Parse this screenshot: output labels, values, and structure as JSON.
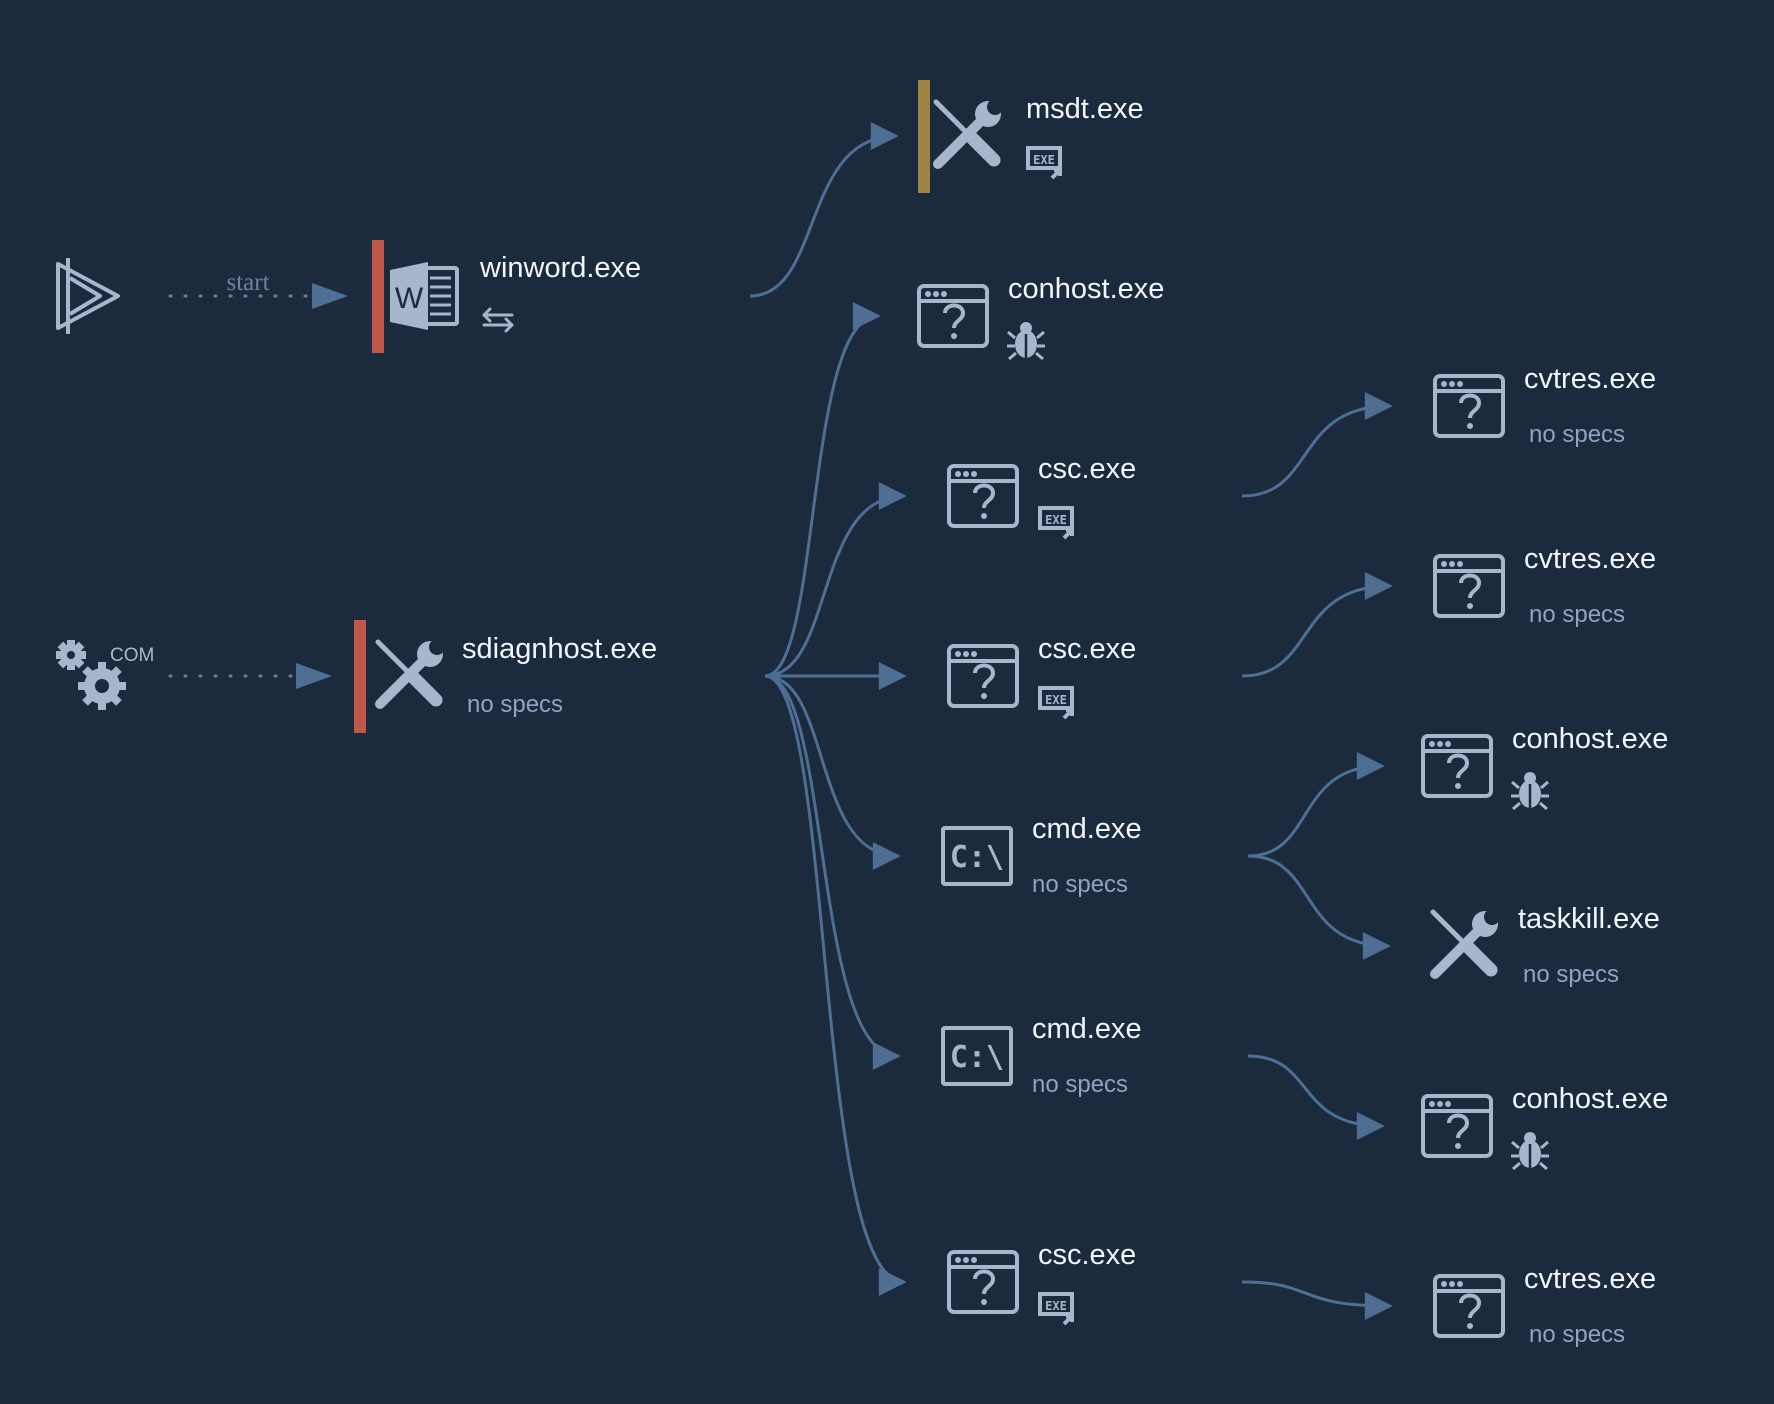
{
  "colors": {
    "background": "#1b2a3d",
    "edge": "#4e6e94",
    "icon": "#a6b6cb",
    "text": "#f2f5f9",
    "subtext": "#8ea4c0",
    "severity_high": "#c0584a",
    "severity_medium": "#9c8445"
  },
  "sources": [
    {
      "id": "start",
      "icon": "play-icon",
      "label": "start"
    },
    {
      "id": "com",
      "icon": "com-gear-icon",
      "label": "COM"
    }
  ],
  "nodes": [
    {
      "id": "winword",
      "name": "winword.exe",
      "icon": "word-document-icon",
      "marker": "severity_high",
      "spec_icon": "swap-arrows-icon",
      "spec": ""
    },
    {
      "id": "sdiagnhost",
      "name": "sdiagnhost.exe",
      "icon": "tools-icon",
      "marker": "severity_high",
      "spec_icon": "",
      "spec": "no specs"
    },
    {
      "id": "msdt",
      "name": "msdt.exe",
      "icon": "tools-icon",
      "marker": "severity_medium",
      "spec_icon": "exe-icon",
      "spec": ""
    },
    {
      "id": "conhost1",
      "name": "conhost.exe",
      "icon": "unknown-window-icon",
      "marker": "",
      "spec_icon": "bug-icon",
      "spec": ""
    },
    {
      "id": "csc1",
      "name": "csc.exe",
      "icon": "unknown-window-icon",
      "marker": "",
      "spec_icon": "exe-icon",
      "spec": ""
    },
    {
      "id": "csc2",
      "name": "csc.exe",
      "icon": "unknown-window-icon",
      "marker": "",
      "spec_icon": "exe-icon",
      "spec": ""
    },
    {
      "id": "cmd1",
      "name": "cmd.exe",
      "icon": "cmd-prompt-icon",
      "marker": "",
      "spec_icon": "",
      "spec": "no specs"
    },
    {
      "id": "cmd2",
      "name": "cmd.exe",
      "icon": "cmd-prompt-icon",
      "marker": "",
      "spec_icon": "",
      "spec": "no specs"
    },
    {
      "id": "csc3",
      "name": "csc.exe",
      "icon": "unknown-window-icon",
      "marker": "",
      "spec_icon": "exe-icon",
      "spec": ""
    },
    {
      "id": "cvtres1",
      "name": "cvtres.exe",
      "icon": "unknown-window-icon",
      "marker": "",
      "spec_icon": "",
      "spec": "no specs"
    },
    {
      "id": "cvtres2",
      "name": "cvtres.exe",
      "icon": "unknown-window-icon",
      "marker": "",
      "spec_icon": "",
      "spec": "no specs"
    },
    {
      "id": "conhost2",
      "name": "conhost.exe",
      "icon": "unknown-window-icon",
      "marker": "",
      "spec_icon": "bug-icon",
      "spec": ""
    },
    {
      "id": "taskkill",
      "name": "taskkill.exe",
      "icon": "tools-icon",
      "marker": "",
      "spec_icon": "",
      "spec": "no specs"
    },
    {
      "id": "conhost3",
      "name": "conhost.exe",
      "icon": "unknown-window-icon",
      "marker": "",
      "spec_icon": "bug-icon",
      "spec": ""
    },
    {
      "id": "cvtres3",
      "name": "cvtres.exe",
      "icon": "unknown-window-icon",
      "marker": "",
      "spec_icon": "",
      "spec": "no specs"
    }
  ],
  "edges": [
    {
      "from": "start",
      "to": "winword",
      "style": "dotted"
    },
    {
      "from": "com",
      "to": "sdiagnhost",
      "style": "dotted"
    },
    {
      "from": "winword",
      "to": "msdt",
      "style": "solid"
    },
    {
      "from": "sdiagnhost",
      "to": "conhost1",
      "style": "solid"
    },
    {
      "from": "sdiagnhost",
      "to": "csc1",
      "style": "solid"
    },
    {
      "from": "sdiagnhost",
      "to": "csc2",
      "style": "solid"
    },
    {
      "from": "sdiagnhost",
      "to": "cmd1",
      "style": "solid"
    },
    {
      "from": "sdiagnhost",
      "to": "cmd2",
      "style": "solid"
    },
    {
      "from": "sdiagnhost",
      "to": "csc3",
      "style": "solid"
    },
    {
      "from": "csc1",
      "to": "cvtres1",
      "style": "solid"
    },
    {
      "from": "csc2",
      "to": "cvtres2",
      "style": "solid"
    },
    {
      "from": "cmd1",
      "to": "conhost2",
      "style": "solid"
    },
    {
      "from": "cmd1",
      "to": "taskkill",
      "style": "solid"
    },
    {
      "from": "cmd2",
      "to": "conhost3",
      "style": "solid"
    },
    {
      "from": "csc3",
      "to": "cvtres3",
      "style": "solid"
    }
  ]
}
